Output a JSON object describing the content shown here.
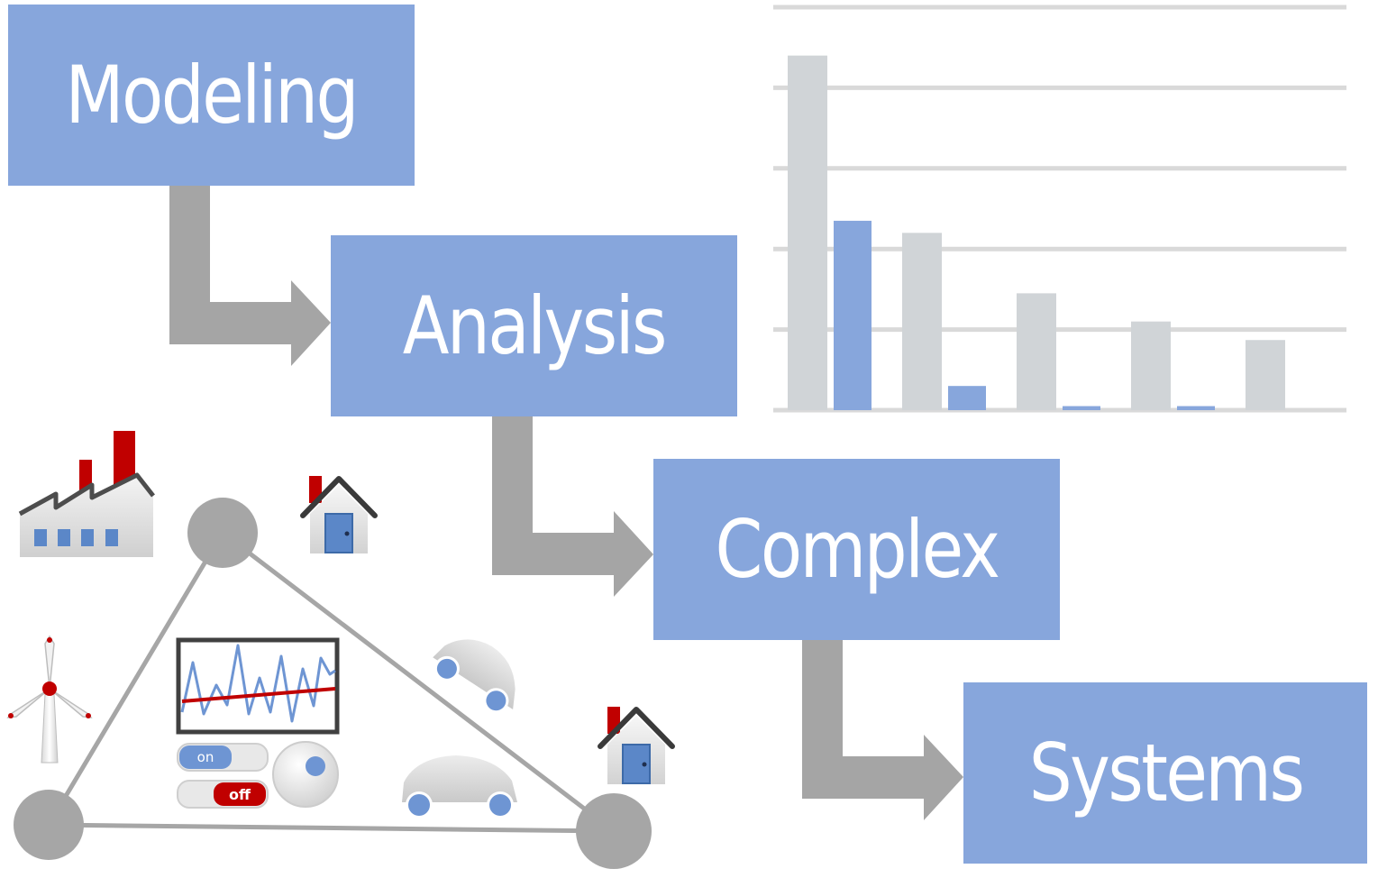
{
  "colors": {
    "box_fill": "#87a6dc",
    "box_text": "#ffffff",
    "arrow": "#a5a5a5",
    "bar_gray": "#d0d4d7",
    "bar_blue": "#87a6dc",
    "gridline": "#d9d9d9",
    "network": "#a6a6a6",
    "chimney_red": "#c00000"
  },
  "steps": [
    {
      "label": "Modeling"
    },
    {
      "label": "Analysis"
    },
    {
      "label": "Complex"
    },
    {
      "label": "Systems"
    }
  ],
  "chart_data": {
    "type": "bar",
    "categories": [
      "",
      "",
      "",
      "",
      ""
    ],
    "series": [
      {
        "color": "#d0d4d7",
        "values": [
          4.4,
          2.2,
          1.45,
          1.1,
          0.87
        ]
      },
      {
        "color": "#87a6dc",
        "values": [
          2.35,
          0.3,
          0.05,
          0.05,
          0
        ]
      }
    ],
    "ylim": [
      0,
      5
    ],
    "gridlines": 5,
    "grid": true,
    "axis_labels_shown": false
  },
  "icons": {
    "factory": "factory-icon",
    "house_top": "house-icon",
    "house_right": "house-icon",
    "wind_turbine": "wind-turbine-icon",
    "monitor": "monitor-signal-icon",
    "switch_on": "on-switch-icon",
    "switch_off": "off-switch-icon",
    "knob": "knob-icon",
    "car_top": "car-icon",
    "car_bottom": "car-icon"
  },
  "switch_labels": {
    "on": "on",
    "off": "off"
  }
}
